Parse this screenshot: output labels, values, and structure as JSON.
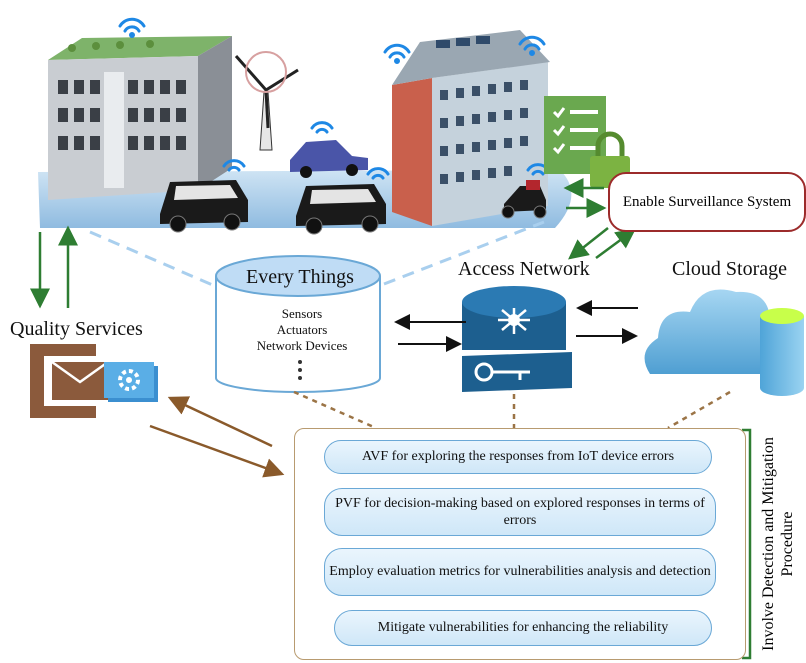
{
  "colors": {
    "ground": "#9cc4e4",
    "cylinder": "#bfdcf5",
    "router": "#1d5f8f",
    "cloud": "#8fc9ec",
    "arrow_green": "#2e7d32",
    "arrow_brown": "#8a5a2b",
    "surveillance_border": "#9c2b2b",
    "mail": "#8b5a3c",
    "shield": "#7cb342"
  },
  "icons": [
    "green-building-icon",
    "wind-turbine-icon",
    "apartment-tower-icon",
    "van-icon",
    "car-icon",
    "motorbike-icon",
    "wifi-icon",
    "checklist-icon",
    "padlock-icon",
    "router-icon",
    "key-icon",
    "cloud-icon",
    "database-icon",
    "mail-icon",
    "gear-icon"
  ],
  "labels": {
    "quality_services": "Quality Services",
    "every_things": "Every Things",
    "access_network": "Access Network",
    "cloud_storage": "Cloud Storage",
    "enable_surveillance": "Enable Surveillance System"
  },
  "every_things_items": [
    "Sensors",
    "Actuators",
    "Network Devices"
  ],
  "procedure": {
    "steps": [
      "AVF for exploring the responses from IoT device errors",
      "PVF for decision-making based on explored responses in terms of errors",
      "Employ evaluation metrics for vulnerabilities analysis and detection",
      "Mitigate vulnerabilities for enhancing the reliability"
    ],
    "side_label": "Involve Detection and Mitigation Procedure"
  }
}
